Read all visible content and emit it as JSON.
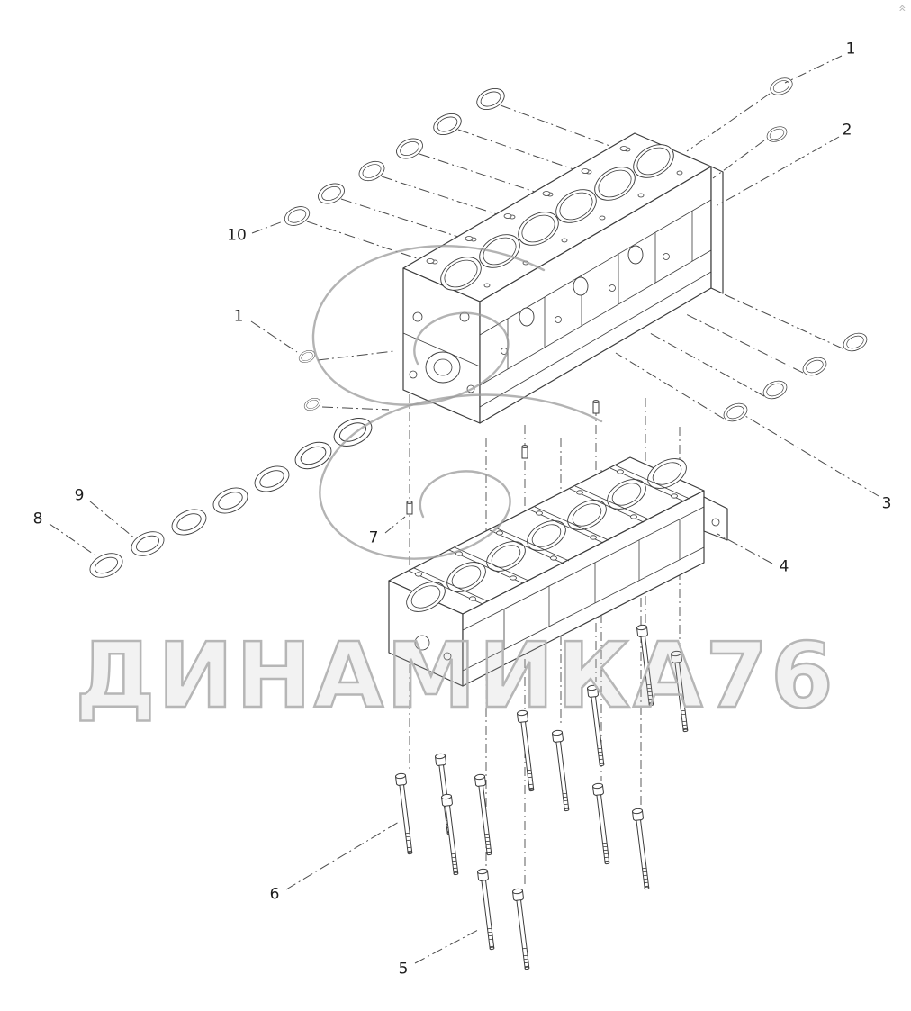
{
  "page": {
    "watermark_text": "ДИНАМИКА76"
  },
  "colors": {
    "background": "#ffffff",
    "line": "#3c3c3c",
    "leader": "#4a4a4a",
    "swirl": "#9a9a9a",
    "watermark": "#b6b6b6",
    "callout": "#1d1d1d"
  },
  "icons": {
    "scroll_top": "»"
  },
  "diagram": {
    "callouts": [
      "1",
      "2",
      "10",
      "1",
      "3",
      "4",
      "7",
      "9",
      "8",
      "6",
      "5"
    ]
  }
}
